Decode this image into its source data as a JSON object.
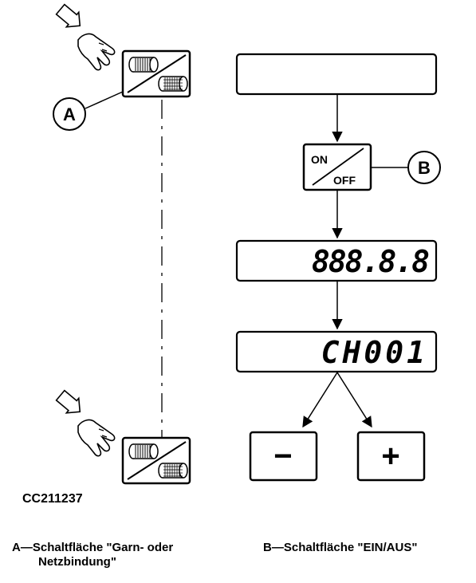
{
  "figure_id": "CC211237",
  "callouts": {
    "a": "A",
    "b": "B"
  },
  "onoff_button": {
    "on": "ON",
    "off": "OFF"
  },
  "displays": {
    "test_pattern": "888.8.8",
    "channel": "CH001"
  },
  "buttons": {
    "minus": "−",
    "plus": "+"
  },
  "captions": {
    "a_prefix": "A—",
    "a_line1": "Schaltfläche \"Garn- oder",
    "a_line2": "Netzbindung\"",
    "b_prefix": "B—",
    "b_text": "Schaltfläche \"EIN/AUS\""
  }
}
